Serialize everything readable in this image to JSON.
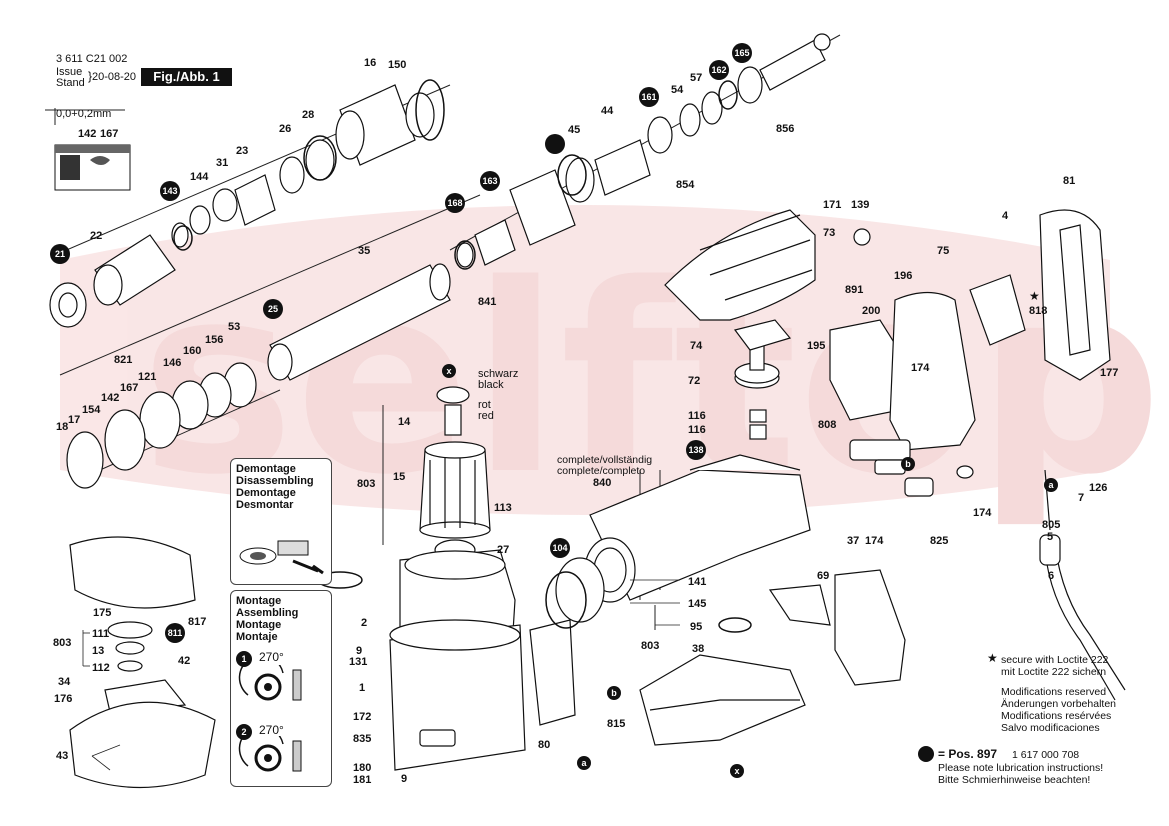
{
  "header": {
    "doc_number": "3 611 C21 002",
    "issue_label": "Issue",
    "stand_label": "Stand",
    "issue_date": "20-08-20",
    "figure_label": "Fig./Abb. 1"
  },
  "tolerance": {
    "value": "0,0+0,2mm"
  },
  "watermark": "selftop",
  "part_labels": {
    "p16": "16",
    "p150": "150",
    "p28": "28",
    "p26": "26",
    "p23": "23",
    "p31": "31",
    "p144": "144",
    "p143": "143",
    "p22": "22",
    "p21": "21",
    "p142a": "142",
    "p167a": "167",
    "p45": "45",
    "p44": "44",
    "p54": "54",
    "p57": "57",
    "p161": "161",
    "p162": "162",
    "p165": "165",
    "p856": "856",
    "p854": "854",
    "p168": "168",
    "p163": "163",
    "p35": "35",
    "p841": "841",
    "p25": "25",
    "p53": "53",
    "p156": "156",
    "p160": "160",
    "p146": "146",
    "p821": "821",
    "p121": "121",
    "p167b": "167",
    "p142b": "142",
    "p154": "154",
    "p17": "17",
    "p18": "18",
    "p14": "14",
    "p803a": "803",
    "p15": "15",
    "p113": "113",
    "p27": "27",
    "p2": "2",
    "p9a": "9",
    "p131": "131",
    "p1": "1",
    "p172": "172",
    "p835": "835",
    "p180": "180",
    "p181": "181",
    "p9b": "9",
    "p171": "171",
    "p73": "73",
    "p139": "139",
    "p74": "74",
    "p72": "72",
    "p116a": "116",
    "p116b": "116",
    "p138": "138",
    "p840": "840",
    "p104": "104",
    "p141": "141",
    "p145": "145",
    "p95": "95",
    "p803b": "803",
    "p38": "38",
    "p80": "80",
    "p815": "815",
    "p69": "69",
    "p37": "37",
    "p174a": "174",
    "p891": "891",
    "p200": "200",
    "p196": "196",
    "p195": "195",
    "p174b": "174",
    "p808": "808",
    "p75": "75",
    "p4": "4",
    "p818": "818",
    "p81": "81",
    "p177": "177",
    "p174c": "174",
    "p825": "825",
    "p126": "126",
    "p7": "7",
    "p805": "805",
    "p5": "5",
    "p6": "6",
    "p175": "175",
    "p811": "811",
    "p817": "817",
    "p803c": "803",
    "p111": "111",
    "p13": "13",
    "p112": "112",
    "p42": "42",
    "p34": "34",
    "p176": "176",
    "p43": "43"
  },
  "marker_labels": {
    "x": "x",
    "a": "a",
    "b": "b"
  },
  "wire_colors": {
    "schwarz": "schwarz",
    "black": "black",
    "rot": "rot",
    "red": "red"
  },
  "complete_note": {
    "line1": "complete/vollständig",
    "line2": "complete/completo"
  },
  "demontage_panel": {
    "lines": [
      "Demontage",
      "Disassembling",
      "Demontage",
      "Desmontar"
    ]
  },
  "montage_panel": {
    "lines": [
      "Montage",
      "Assembling",
      "Montage",
      "Montaje"
    ],
    "step1_number": "1",
    "step1_angle": "270°",
    "step2_number": "2",
    "step2_angle": "270°"
  },
  "notes": {
    "loctite_star": "★",
    "loctite_line1": "secure with Loctite 222",
    "loctite_line2": "mit Loctite 222 sichern",
    "mod1": "Modifications reserved",
    "mod2": "Änderungen vorbehalten",
    "mod3": "Modifications resérvées",
    "mod4": "Salvo modificaciones",
    "pos_label": "= Pos. 897",
    "pos_number": "1 617 000 708",
    "lube1": "Please note lubrication instructions!",
    "lube2": "Bitte Schmierhinweise beachten!"
  },
  "colors": {
    "ink": "#111111",
    "watermark": "#f7dede",
    "panel_border": "#444444"
  }
}
